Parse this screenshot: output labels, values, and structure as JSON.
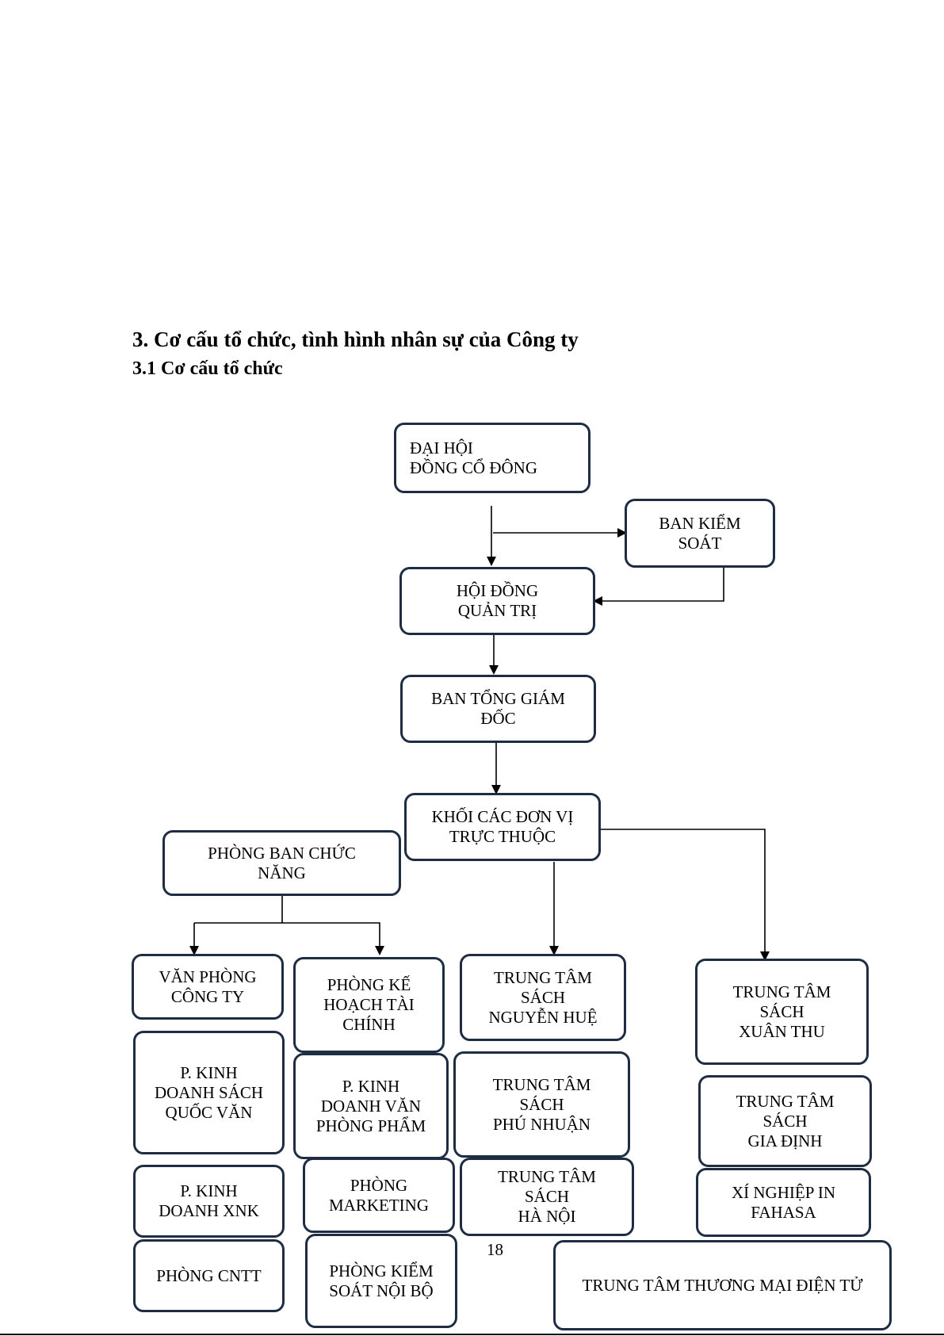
{
  "headings": {
    "section": "3. Cơ cấu tổ chức, tình hình nhân sự của Công ty",
    "subsection": "3.1 Cơ cấu tổ chức"
  },
  "org_chart": {
    "dai_hoi": "ĐẠI HỘI\nĐỒNG CỔ ĐÔNG",
    "ban_kiem_soat": "BAN KIỂM\nSOÁT",
    "hoi_dong_quan_tri": "HỘI ĐỒNG\nQUẢN TRỊ",
    "ban_tong_giam_doc": "BAN TỔNG GIÁM\nĐỐC",
    "khoi_cac_don_vi": "KHỐI CÁC ĐƠN VỊ\nTRỰC THUỘC",
    "phong_ban_chuc_nang": "PHÒNG BAN CHỨC\nNĂNG",
    "van_phong_cong_ty": "VĂN PHÒNG\nCÔNG TY",
    "phong_ke_hoach": "PHÒNG KẾ\nHOẠCH TÀI\nCHÍNH",
    "tt_nguyen_hue": "TRUNG TÂM\nSÁCH\nNGUYỄN HUỆ",
    "tt_xuan_thu": "TRUNG TÂM\nSÁCH\nXUÂN THU",
    "kd_sach_quoc_van": "P. KINH\nDOANH SÁCH\nQUỐC VĂN",
    "kd_van_phong_pham": "P. KINH\nDOANH VĂN\nPHÒNG PHẨM",
    "tt_phu_nhuan": "TRUNG TÂM\nSÁCH\nPHÚ NHUẬN",
    "tt_gia_dinh": "TRUNG TÂM\nSÁCH\nGIA ĐỊNH",
    "kd_xnk": "P. KINH\nDOANH XNK",
    "phong_marketing": "PHÒNG\nMARKETING",
    "tt_ha_noi": "TRUNG TÂM\nSÁCH\nHÀ NỘI",
    "xi_nghiep_in": "XÍ NGHIỆP IN\nFAHASA",
    "phong_cntt": "PHÒNG CNTT",
    "phong_kiem_soat_noi_bo": "PHÒNG KIỂM\nSOÁT NỘI BỘ",
    "tt_thuong_mai_dien_tu": "TRUNG TÂM THƯƠNG MẠI ĐIỆN TỬ"
  },
  "page_number": "18",
  "colors": {
    "box_border": "#1f2d44",
    "connector": "#000000"
  }
}
